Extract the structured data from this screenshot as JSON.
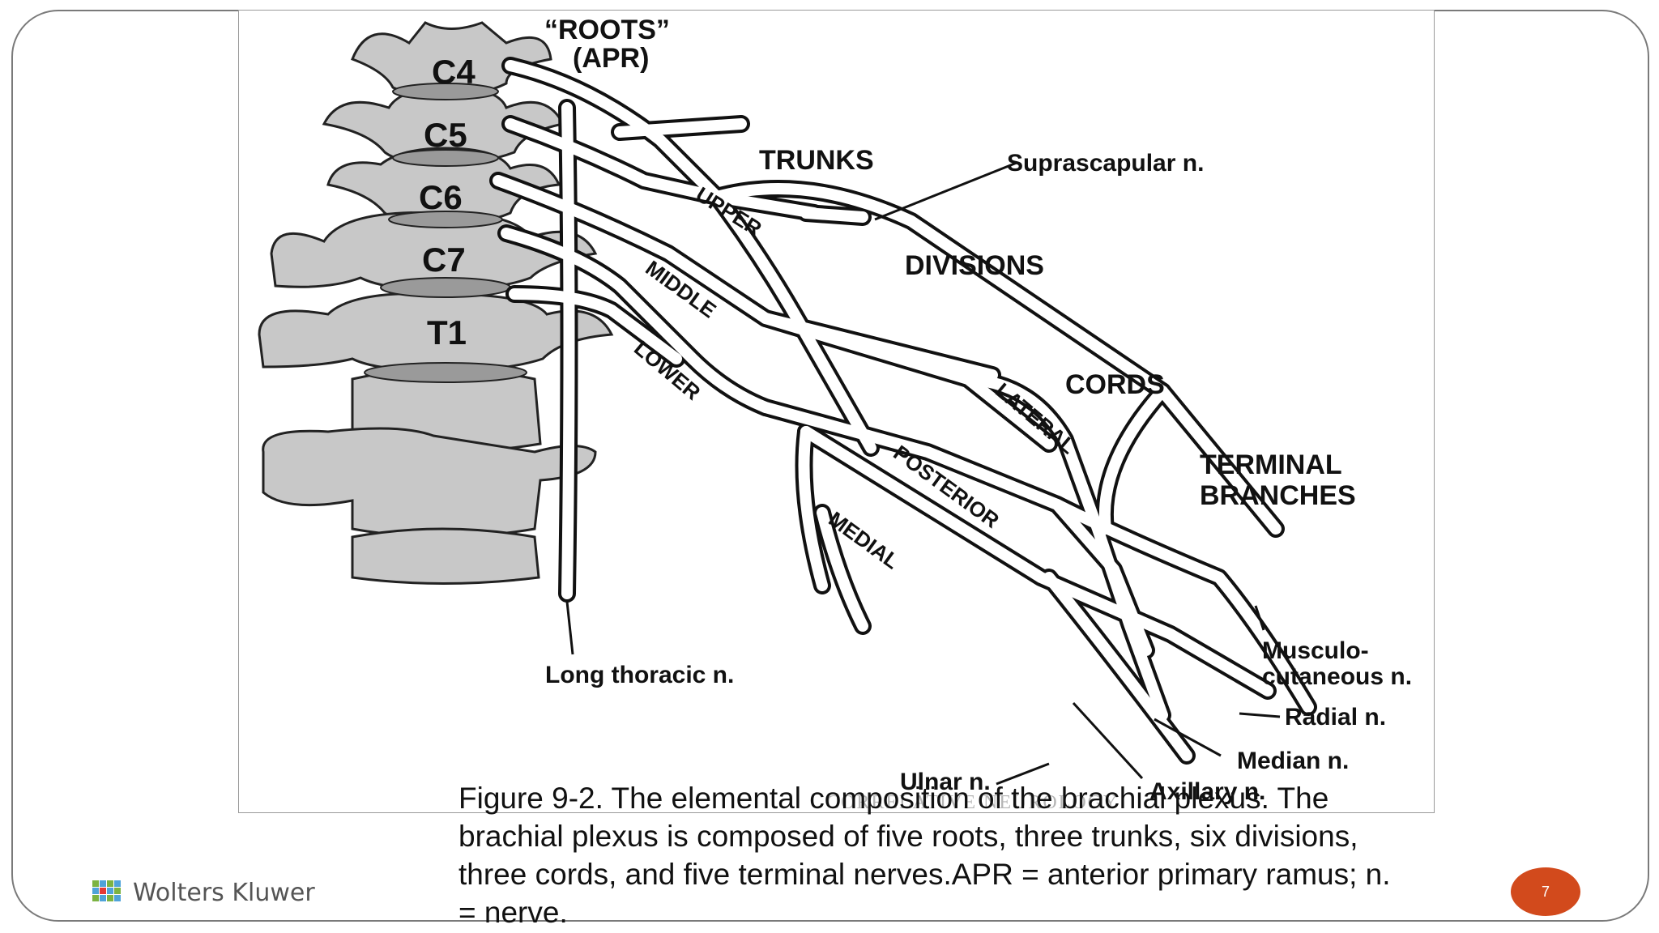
{
  "figure": {
    "labels": {
      "roots_line1": "“ROOTS”",
      "roots_line2": "(APR)",
      "trunks": "TRUNKS",
      "divisions": "DIVISIONS",
      "cords": "CORDS",
      "terminal_line1": "TERMINAL",
      "terminal_line2": "BRANCHES",
      "suprascapular": "Suprascapular n.",
      "long_thoracic": "Long thoracic n.",
      "musculo_line1": "Musculo-",
      "musculo_line2": "cutaneous n.",
      "radial": "Radial n.",
      "median": "Median n.",
      "axillary": "Axillary n.",
      "ulnar": "Ulnar n."
    },
    "vertebrae": [
      "C4",
      "C5",
      "C6",
      "C7",
      "T1"
    ],
    "nerve_labels": {
      "upper": "UPPER",
      "middle": "MIDDLE",
      "lower": "LOWER",
      "lateral": "LATERAL",
      "posterior": "POSTERIOR",
      "medial": "MEDIAL"
    },
    "watermark": "CORRELATIVE NEUROLOGY"
  },
  "caption": "Figure 9-2. The elemental composition of the brachial plexus. The brachial plexus is composed of five roots, three trunks, six divisions, three cords, and five terminal nerves.APR = anterior primary ramus; n. = nerve.",
  "footer": {
    "brand": "Wolters Kluwer",
    "page_number": "7",
    "page_badge_color": "#d24a1c"
  }
}
